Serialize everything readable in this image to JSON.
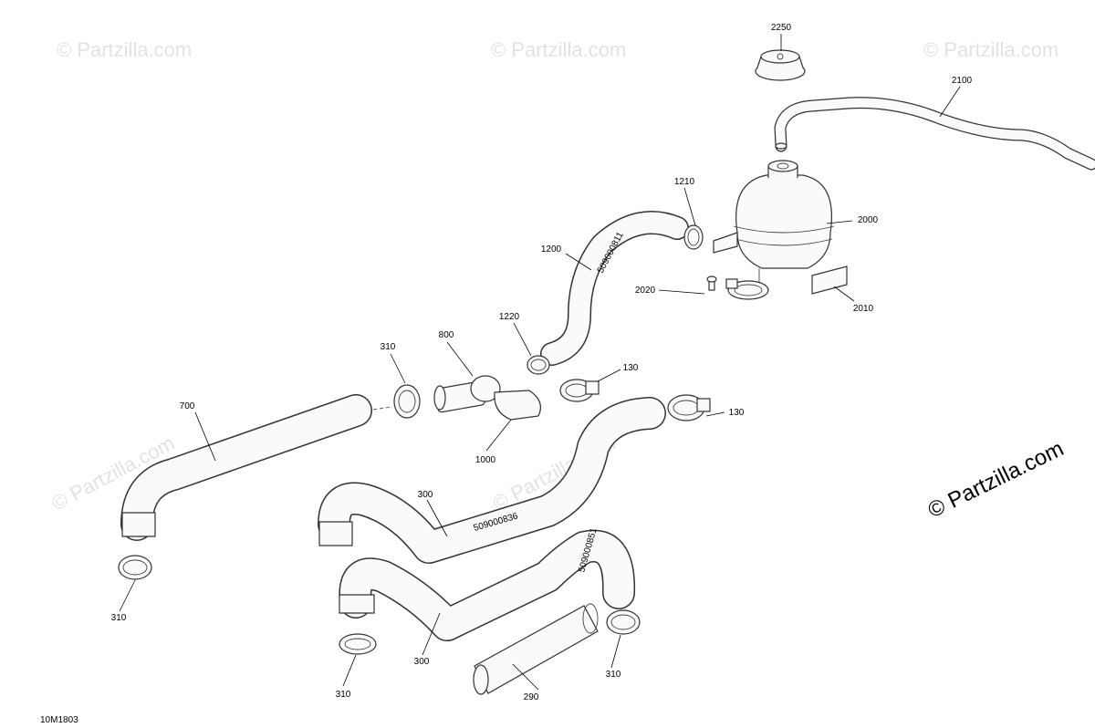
{
  "watermark": {
    "text": "© Partzilla.com"
  },
  "copyright": {
    "text": "© Partzilla.com"
  },
  "figure_code": "10M1803",
  "callouts": {
    "c2250": "2250",
    "c2100": "2100",
    "c1210": "1210",
    "c2000": "2000",
    "c1200": "1200",
    "c2020": "2020",
    "c2010": "2010",
    "c1220": "1220",
    "c800": "800",
    "c310a": "310",
    "c130a": "130",
    "c700": "700",
    "c130b": "130",
    "c1000": "1000",
    "c300a": "300",
    "c310b": "310",
    "c300b": "300",
    "c310c": "310",
    "c290": "290",
    "c310d": "310"
  },
  "part_markings": {
    "hose_1200": "509000811",
    "hose_300_upper": "509000836",
    "hose_300_lower": "509000851"
  }
}
